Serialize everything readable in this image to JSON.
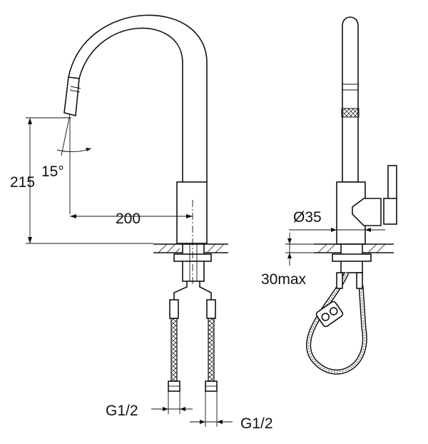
{
  "labels": {
    "height": "215",
    "angle": "15°",
    "reach": "200",
    "diameter": "Ø35",
    "deck_thickness": "30max",
    "thread_left": "G1/2",
    "thread_right": "G1/2"
  }
}
